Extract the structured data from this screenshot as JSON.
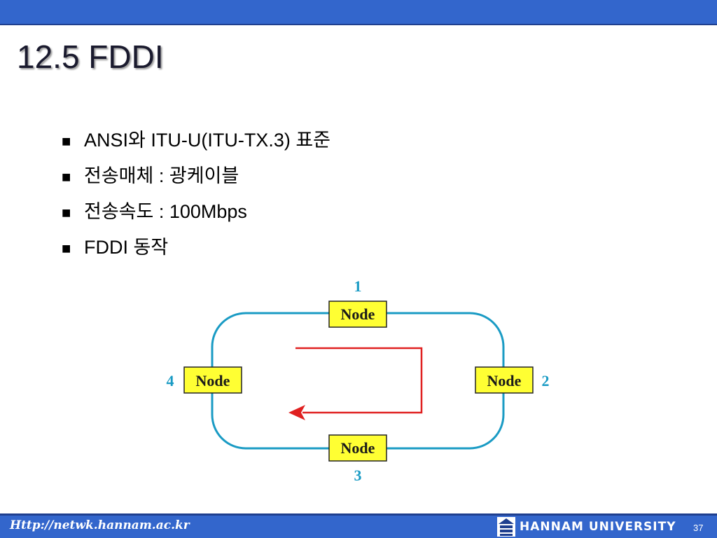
{
  "slide": {
    "title": "12.5 FDDI",
    "bullet_mark": "■",
    "bullets": [
      {
        "text": "ANSI와 ITU-U(ITU-TX.3) 표준"
      },
      {
        "text": "전송매체 : 광케이블"
      },
      {
        "text": "전송속도 : 100Mbps"
      },
      {
        "text": "FDDI 동작"
      }
    ]
  },
  "diagram": {
    "nodes": [
      {
        "label": "Node",
        "number": "1"
      },
      {
        "label": "Node",
        "number": "2"
      },
      {
        "label": "Node",
        "number": "3"
      },
      {
        "label": "Node",
        "number": "4"
      }
    ],
    "colors": {
      "ring": "#1a9bc4",
      "node_fill": "#ffff33",
      "number": "#1a9bc4",
      "arrow": "#e02020"
    }
  },
  "footer": {
    "url": "Http://netwk.hannam.ac.kr",
    "university": "HANNAM  UNIVERSITY",
    "page_number": "37",
    "logo_icon": "hannam-logo-icon"
  },
  "theme": {
    "bar_color": "#3366cc"
  }
}
